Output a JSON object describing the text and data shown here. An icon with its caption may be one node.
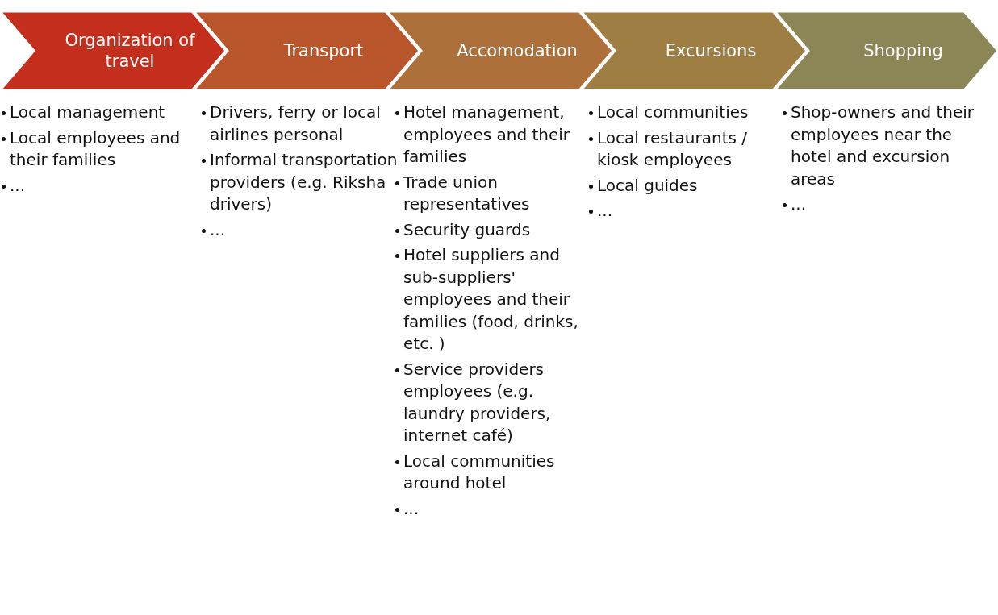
{
  "diagram": {
    "nodes": [
      {
        "text": [
          "Organization of travel"
        ],
        "beside": [
          "Local management",
          "Local employees and their families",
          "..."
        ]
      },
      {
        "text": [
          "Transport"
        ],
        "beside": [
          "Drivers, ferry or local airlines personal",
          "Informal transportation providers (e.g. Riksha drivers)",
          "..."
        ]
      },
      {
        "text": [
          "Accomodation"
        ],
        "beside": [
          "Hotel management, employees and their families",
          "Trade union representatives",
          "Security guards",
          "Hotel suppliers and sub-suppliers' employees and their families (food, drinks, etc. )",
          "Service providers employees (e.g. laundry providers, internet café)",
          "Local communities around hotel",
          "..."
        ]
      },
      {
        "text": [
          "Excursions"
        ],
        "beside": [
          "Local communities",
          "Local restaurants / kiosk employees",
          "Local guides",
          "..."
        ]
      },
      {
        "text": [
          "Shopping"
        ],
        "beside": [
          "Shop-owners and their employees near the hotel and excursion areas",
          "..."
        ]
      }
    ]
  }
}
